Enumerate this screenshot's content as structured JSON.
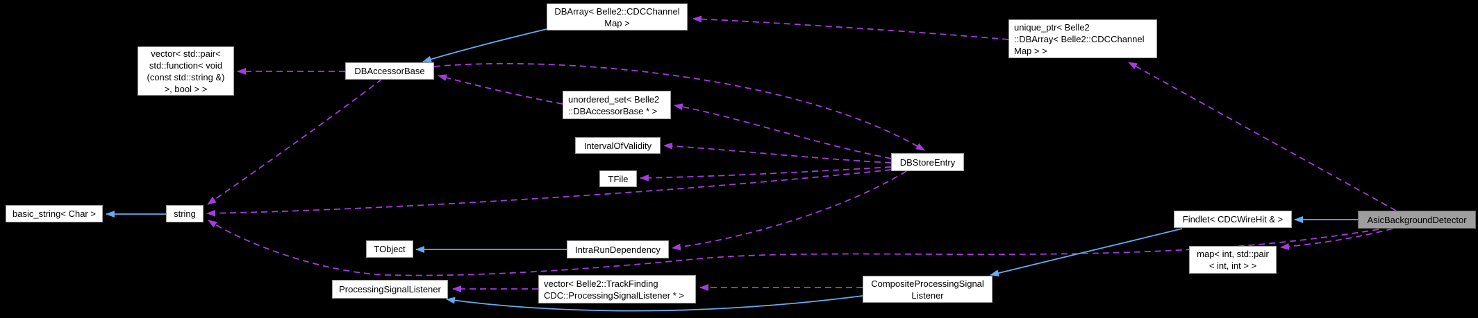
{
  "diagram": {
    "kind": "collaboration-graph",
    "highlighted_node": "AsicBackgroundDetector"
  },
  "colors": {
    "background": "#000000",
    "inheritance_edge": "#66abf1",
    "usage_edge": "#a43ce0",
    "node_fill": "#ffffff",
    "node_border": "#9b9b9b",
    "node_text": "#000000",
    "highlight_fill": "#9e9e9e",
    "highlight_border": "#636363"
  },
  "nodes": {
    "dbarray": {
      "label": "DBArray< Belle2::CDCChannel\nMap >"
    },
    "vecpair": {
      "label": "vector< std::pair<\nstd::function< void\n(const std::string &)\n>, bool > >"
    },
    "dbaccessor": {
      "label": "DBAccessorBase"
    },
    "uniqueptr": {
      "label": "unique_ptr< Belle2\n::DBArray< Belle2::CDCChannel\nMap > >"
    },
    "uset": {
      "label": "unordered_set< Belle2\n::DBAccessorBase * >"
    },
    "iov": {
      "label": "IntervalOfValidity"
    },
    "tfile": {
      "label": "TFile"
    },
    "dbstore": {
      "label": "DBStoreEntry"
    },
    "basicstring": {
      "label": "basic_string< Char >"
    },
    "string": {
      "label": "string"
    },
    "tobject": {
      "label": "TObject"
    },
    "intrarun": {
      "label": "IntraRunDependency"
    },
    "findlet": {
      "label": "Findlet< CDCWireHit & >"
    },
    "asic": {
      "label": "AsicBackgroundDetector"
    },
    "map": {
      "label": "map< int, std::pair\n< int, int > >"
    },
    "psl": {
      "label": "ProcessingSignalListener"
    },
    "vecpsl": {
      "label": "vector< Belle2::TrackFinding\nCDC::ProcessingSignalListener * >"
    },
    "cpsl": {
      "label": "CompositeProcessingSignal\nListener"
    }
  },
  "edges": [
    {
      "from": "dbarray",
      "to": "dbaccessor",
      "type": "inheritance"
    },
    {
      "from": "string",
      "to": "basicstring",
      "type": "inheritance"
    },
    {
      "from": "intrarun",
      "to": "tobject",
      "type": "inheritance"
    },
    {
      "from": "asic",
      "to": "findlet",
      "type": "inheritance"
    },
    {
      "from": "findlet",
      "to": "cpsl",
      "type": "inheritance"
    },
    {
      "from": "cpsl",
      "to": "psl",
      "type": "inheritance"
    },
    {
      "from": "dbaccessor",
      "to": "vecpair",
      "type": "usage"
    },
    {
      "from": "uniqueptr",
      "to": "dbarray",
      "type": "usage"
    },
    {
      "from": "asic",
      "to": "uniqueptr",
      "type": "usage"
    },
    {
      "from": "dbaccessor",
      "to": "dbstore",
      "type": "usage"
    },
    {
      "from": "dbstore",
      "to": "uset",
      "type": "usage"
    },
    {
      "from": "uset",
      "to": "dbaccessor",
      "type": "usage"
    },
    {
      "from": "dbstore",
      "to": "iov",
      "type": "usage"
    },
    {
      "from": "dbstore",
      "to": "tfile",
      "type": "usage"
    },
    {
      "from": "dbstore",
      "to": "intrarun",
      "type": "usage"
    },
    {
      "from": "dbstore",
      "to": "string",
      "type": "usage"
    },
    {
      "from": "dbaccessor",
      "to": "string",
      "type": "usage"
    },
    {
      "from": "asic",
      "to": "string",
      "type": "usage"
    },
    {
      "from": "asic",
      "to": "map",
      "type": "usage"
    },
    {
      "from": "cpsl",
      "to": "vecpsl",
      "type": "usage"
    },
    {
      "from": "vecpsl",
      "to": "psl",
      "type": "usage"
    }
  ]
}
